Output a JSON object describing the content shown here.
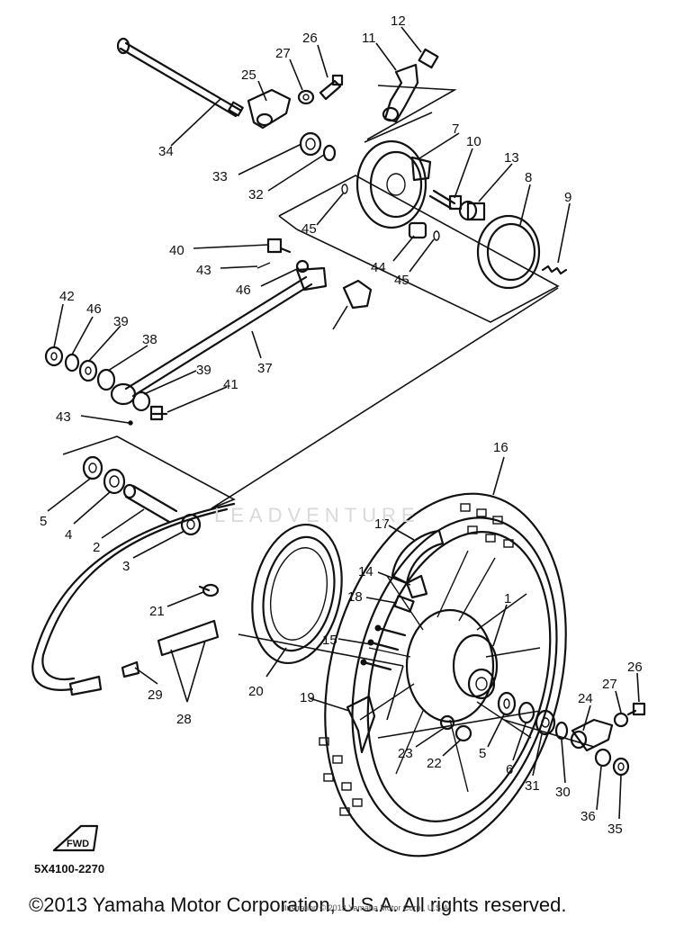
{
  "watermark": "LEADVENTURE",
  "diagram_code": "5X4100-2270",
  "small_print": "Illustration © 2013 Yamaha Motor Corp., U.S.A.",
  "copyright": "©2013 Yamaha Motor Corporation, U.S.A. All rights reserved.",
  "fwd_label": "FWD",
  "callouts": {
    "c1": "1",
    "c2": "2",
    "c3": "3",
    "c4": "4",
    "c5a": "5",
    "c5b": "5",
    "c6": "6",
    "c7": "7",
    "c8": "8",
    "c9": "9",
    "c10": "10",
    "c11": "11",
    "c12": "12",
    "c13": "13",
    "c14": "14",
    "c15": "15",
    "c16": "16",
    "c17": "17",
    "c18": "18",
    "c19": "19",
    "c20": "20",
    "c21": "21",
    "c22": "22",
    "c23": "23",
    "c24": "24",
    "c25": "25",
    "c26a": "26",
    "c26b": "26",
    "c27a": "27",
    "c27b": "27",
    "c28": "28",
    "c29": "29",
    "c30": "30",
    "c31": "31",
    "c32": "32",
    "c33": "33",
    "c34": "34",
    "c35": "35",
    "c36": "36",
    "c37": "37",
    "c38": "38",
    "c39a": "39",
    "c39b": "39",
    "c40": "40",
    "c41": "41",
    "c42": "42",
    "c43a": "43",
    "c43b": "43",
    "c44": "44",
    "c45a": "45",
    "c45b": "45",
    "c46a": "46",
    "c46b": "46"
  }
}
